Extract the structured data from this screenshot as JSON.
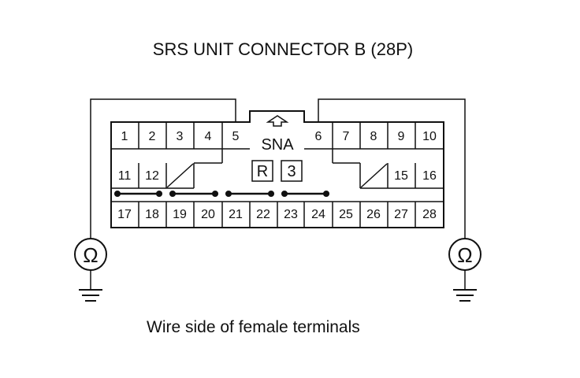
{
  "title": "SRS UNIT CONNECTOR B (28P)",
  "caption": "Wire side of female terminals",
  "connector": {
    "key_label": "SNA",
    "marks": [
      "R",
      "3"
    ],
    "pins": {
      "row1": [
        "1",
        "2",
        "3",
        "4",
        "5",
        "6",
        "7",
        "8",
        "9",
        "10"
      ],
      "row2": [
        "11",
        "12",
        "15",
        "16"
      ],
      "row3": [
        "17",
        "18",
        "19",
        "20",
        "21",
        "22",
        "23",
        "24",
        "25",
        "26",
        "27",
        "28"
      ]
    }
  },
  "meters": {
    "symbol": "Ω"
  }
}
